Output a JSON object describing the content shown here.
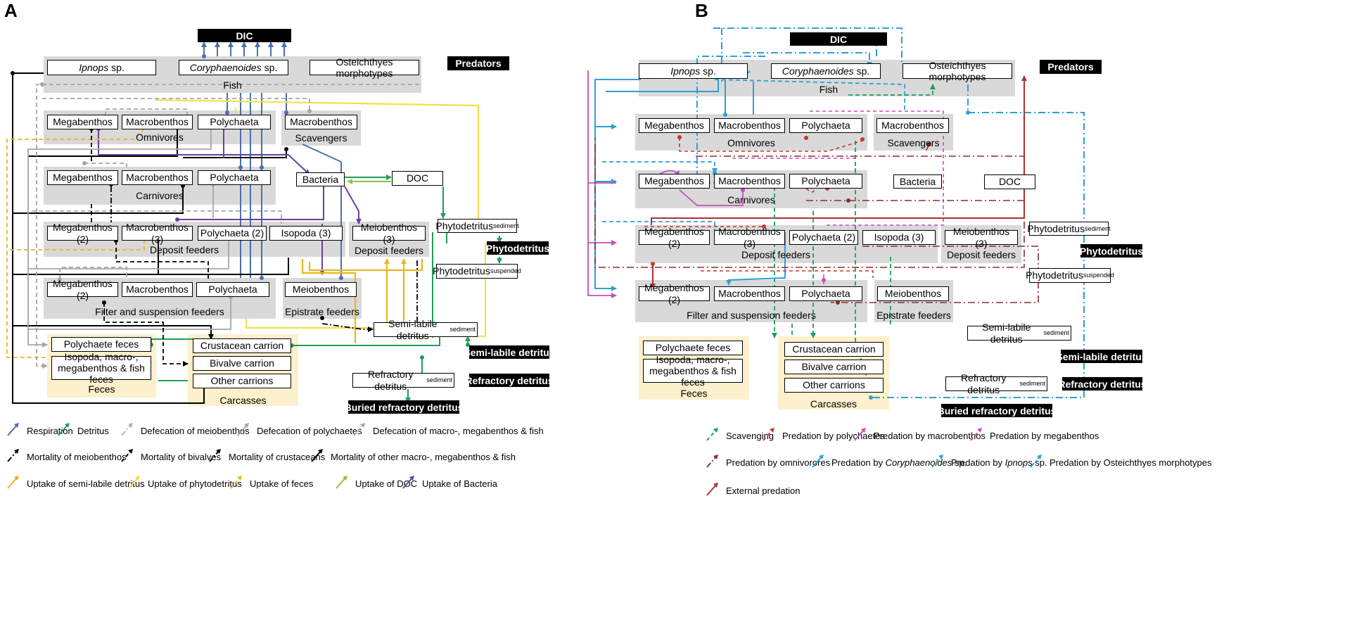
{
  "panelA": {
    "label": "A",
    "dic": "DIC",
    "predators": "Predators",
    "fish": {
      "ipnops_italic": "Ipnops",
      "ipnops_rest": " sp.",
      "cory_italic": "Coryphaenoides",
      "cory_rest": " sp.",
      "osteich": "Osteichthyes morphotypes",
      "label": "Fish"
    },
    "omnivores": {
      "megabenthos": "Megabenthos",
      "macrobenthos": "Macrobenthos",
      "polychaeta": "Polychaeta",
      "label": "Omnivores"
    },
    "scavengers": {
      "macrobenthos": "Macrobenthos",
      "label": "Scavengers"
    },
    "carnivores": {
      "megabenthos": "Megabenthos",
      "macrobenthos": "Macrobenthos",
      "polychaeta": "Polychaeta",
      "label": "Carnivores"
    },
    "bacteria": "Bacteria",
    "doc": "DOC",
    "deposit": {
      "megabenthos": "Megabenthos (2)",
      "macrobenthos": "Macrobenthos (3)",
      "polychaeta": "Polychaeta (2)",
      "isopoda": "Isopoda (3)",
      "label": "Deposit feeders"
    },
    "deposit2": {
      "meiobenthos": "Meiobenthos (3)",
      "label": "Deposit feeders"
    },
    "phyto_sed_main": "Phytodetritus",
    "phyto_sed_sub": "sediment",
    "phyto_black": "Phytodetritus",
    "phyto_susp_main": "Phytodetritus",
    "phyto_susp_sub": "suspended",
    "filter": {
      "megabenthos": "Megabenthos (2)",
      "macrobenthos": "Macrobenthos",
      "polychaeta": "Polychaeta",
      "label": "Filter and suspension feeders"
    },
    "epistrate": {
      "meiobenthos": "Meiobenthos",
      "label": "Epistrate feeders"
    },
    "semilabile_main": "Semi-labile detritus",
    "semilabile_sub": "sediment",
    "semilabile_black": "Semi-labile detritus",
    "refractory_main": "Refractory detritus",
    "refractory_sub": "sediment",
    "refractory_black": "Refractory detritus",
    "buried": "Buried refractory detritus",
    "feces": {
      "polychaete": "Polychaete feces",
      "isopoda": "Isopoda, macro-, megabenthos & fish feces",
      "label": "Feces"
    },
    "carcasses": {
      "crustacean": "Crustacean carrion",
      "bivalve": "Bivalve carrion",
      "other": "Other carrions",
      "label": "Carcasses"
    },
    "legend": [
      {
        "label": "Respiration",
        "color": "#4a6fb0",
        "style": "solid"
      },
      {
        "label": "Detritus",
        "color": "#1d9e5a",
        "style": "solid"
      },
      {
        "label": "Defecation of meiobenthos",
        "color": "#b3b3b3",
        "style": "dashdot"
      },
      {
        "label": "Defecation of polychaetes",
        "color": "#a6a6a6",
        "style": "solid"
      },
      {
        "label": "Defecation of macro-, megabenthos & fish",
        "color": "#a6a6a6",
        "style": "dashed"
      },
      {
        "label": "Mortality of meiobenthos",
        "color": "#000000",
        "style": "dashdot"
      },
      {
        "label": "Mortality of bivalves",
        "color": "#000000",
        "style": "dashed"
      },
      {
        "label": "Mortality of crustaceans",
        "color": "#000000",
        "style": "dashdot2"
      },
      {
        "label": "Mortality of other macro-, megabenthos & fish",
        "color": "#000000",
        "style": "solid"
      },
      {
        "label": "Uptake of semi-labile detritus",
        "color": "#e6b71e",
        "style": "solid"
      },
      {
        "label": "Uptake of phytodetritus",
        "color": "#f2e14c",
        "style": "solid"
      },
      {
        "label": "Uptake of feces",
        "color": "#e6b71e",
        "style": "dashed"
      },
      {
        "label": "Uptake of DOC",
        "color": "#8cc63f",
        "style": "solid"
      },
      {
        "label": "Uptake of Bacteria",
        "color": "#6b3fa0",
        "style": "solid"
      }
    ]
  },
  "panelB": {
    "label": "B",
    "dic": "DIC",
    "predators": "Predators",
    "fish": {
      "ipnops_italic": "Ipnops",
      "ipnops_rest": " sp.",
      "cory_italic": "Coryphaenoides",
      "cory_rest": " sp.",
      "osteich": "Osteichthyes morphotypes",
      "label": "Fish"
    },
    "omnivores": {
      "megabenthos": "Megabenthos",
      "macrobenthos": "Macrobenthos",
      "polychaeta": "Polychaeta",
      "label": "Omnivores"
    },
    "scavengers": {
      "macrobenthos": "Macrobenthos",
      "label": "Scavengers"
    },
    "carnivores": {
      "megabenthos": "Megabenthos",
      "macrobenthos": "Macrobenthos",
      "polychaeta": "Polychaeta",
      "label": "Carnivores"
    },
    "bacteria": "Bacteria",
    "doc": "DOC",
    "deposit": {
      "megabenthos": "Megabenthos (2)",
      "macrobenthos": "Macrobenthos (3)",
      "polychaeta": "Polychaeta (2)",
      "isopoda": "Isopoda (3)",
      "label": "Deposit feeders"
    },
    "deposit2": {
      "meiobenthos": "Meiobenthos (3)",
      "label": "Deposit feeders"
    },
    "phyto_sed_main": "Phytodetritus",
    "phyto_sed_sub": "sediment",
    "phyto_black": "Phytodetritus",
    "phyto_susp_main": "Phytodetritus",
    "phyto_susp_sub": "suspended",
    "filter": {
      "megabenthos": "Megabenthos (2)",
      "macrobenthos": "Macrobenthos",
      "polychaeta": "Polychaeta",
      "label": "Filter and suspension feeders"
    },
    "epistrate": {
      "meiobenthos": "Meiobenthos",
      "label": "Epistrate feeders"
    },
    "semilabile_main": "Semi-labile detritus",
    "semilabile_sub": "sediment",
    "semilabile_black": "Semi-labile detritus",
    "refractory_main": "Refractory detritus",
    "refractory_sub": "sediment",
    "refractory_black": "Refractory detritus",
    "buried": "Buried refractory detritus",
    "feces": {
      "polychaete": "Polychaete feces",
      "isopoda": "Isopoda, macro-, megabenthos & fish feces",
      "label": "Feces"
    },
    "carcasses": {
      "crustacean": "Crustacean carrion",
      "bivalve": "Bivalve carrion",
      "other": "Other carrions",
      "label": "Carcasses"
    },
    "legend": [
      {
        "label": "Scavenging",
        "color": "#1d9e5a",
        "style": "dashed"
      },
      {
        "label": "Predation by polychaetes",
        "color": "#c0392b",
        "style": "dashed"
      },
      {
        "label": "Predation by macrobenthos",
        "color": "#c64fb6",
        "style": "solid"
      },
      {
        "label": "Predation by megabenthos",
        "color": "#c64fb6",
        "style": "dashed"
      },
      {
        "label": "Predation by omnivorores",
        "color": "#8b2e2e",
        "style": "dashdot"
      },
      {
        "label_pre": "Predation by ",
        "label_italic": "Coryphaenoides",
        "label_post": " sp.",
        "color": "#2e9fd8",
        "style": "solid"
      },
      {
        "label_pre": "Predation by ",
        "label_italic": "Ipnops",
        "label_post": " sp.",
        "color": "#2e9fd8",
        "style": "dashed"
      },
      {
        "label": "Predation by Osteichthyes morphotypes",
        "color": "#2e9fd8",
        "style": "dashdot"
      },
      {
        "label": "External predation",
        "color": "#b03030",
        "style": "solid"
      }
    ]
  }
}
